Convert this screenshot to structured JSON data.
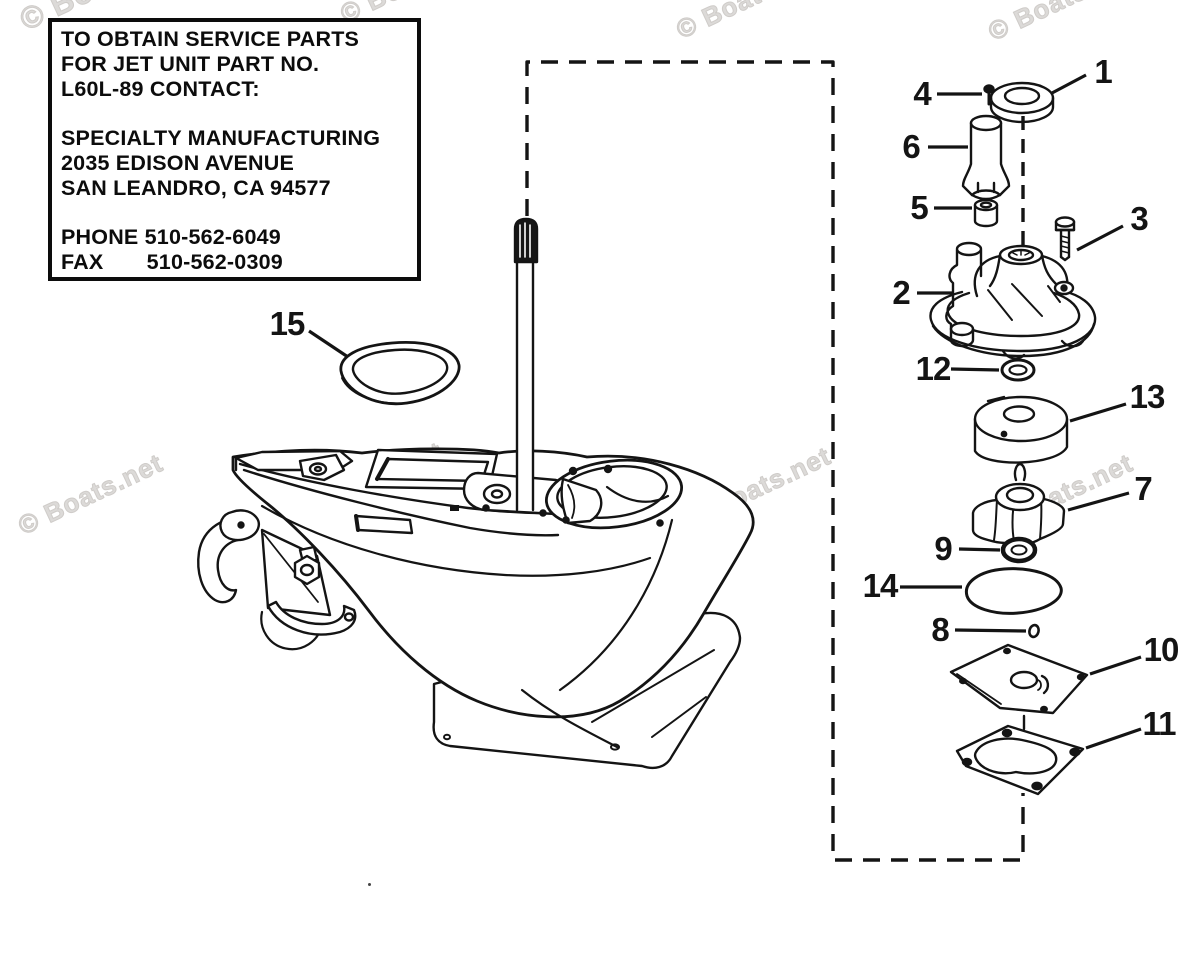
{
  "info_box": {
    "lines": [
      "TO OBTAIN SERVICE PARTS",
      "FOR JET UNIT PART NO.",
      "L60L-89 CONTACT:",
      "",
      "SPECIALTY MANUFACTURING",
      "2035 EDISON AVENUE",
      "SAN LEANDRO, CA 94577",
      "",
      "PHONE 510-562-6049",
      "FAX       510-562-0309"
    ]
  },
  "watermark": {
    "text": "© Boats.net"
  },
  "callouts": [
    {
      "label": "1"
    },
    {
      "label": "2"
    },
    {
      "label": "3"
    },
    {
      "label": "4"
    },
    {
      "label": "5"
    },
    {
      "label": "6"
    },
    {
      "label": "7"
    },
    {
      "label": "8"
    },
    {
      "label": "9"
    },
    {
      "label": "10"
    },
    {
      "label": "11"
    },
    {
      "label": "12"
    },
    {
      "label": "13"
    },
    {
      "label": "14"
    },
    {
      "label": "15"
    }
  ],
  "colors": {
    "ink": "#141414",
    "watermark": "#d7d5d3",
    "background": "#ffffff"
  }
}
